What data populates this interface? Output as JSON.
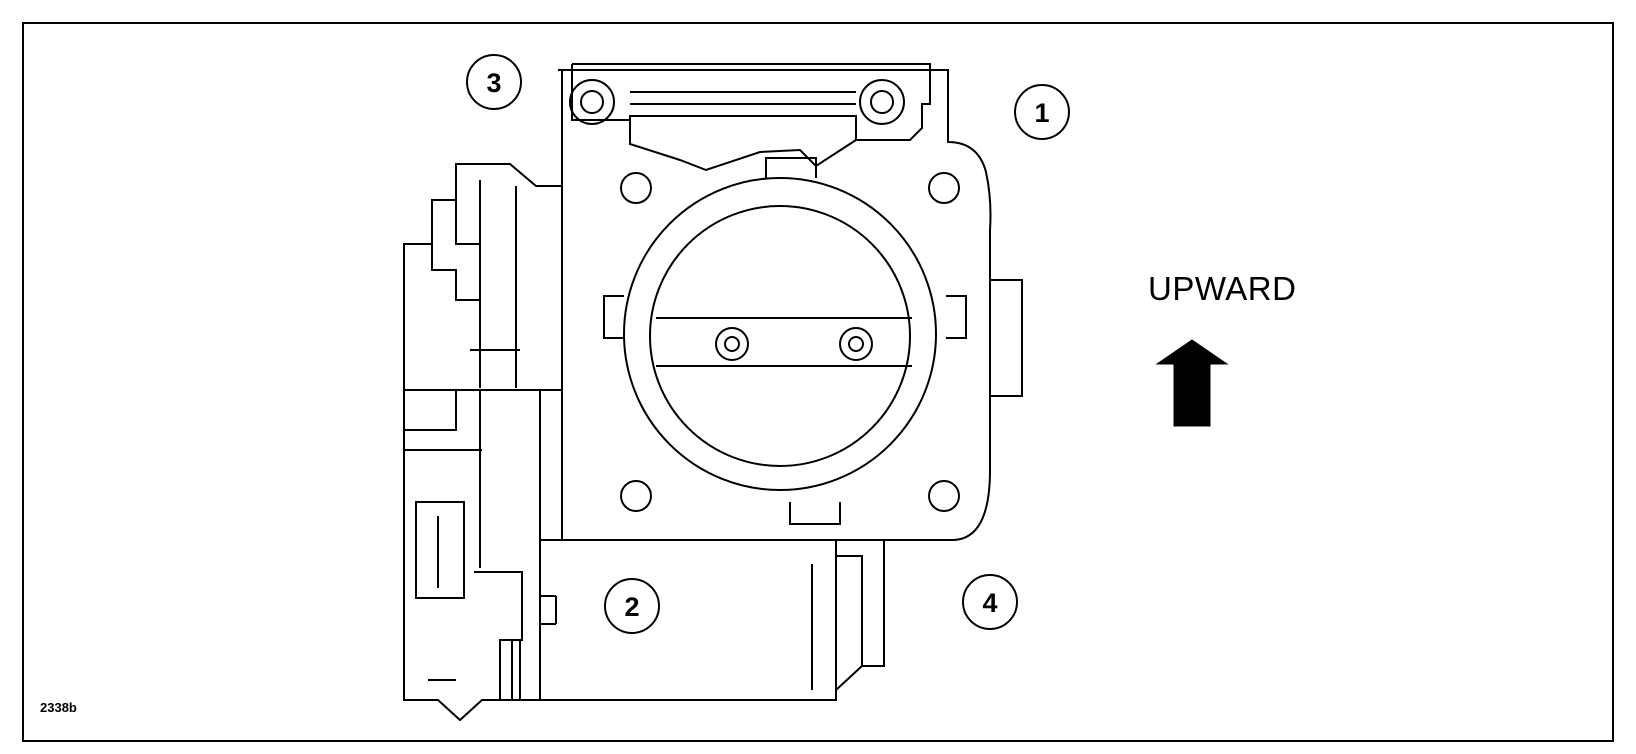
{
  "figure_ref": "2338b",
  "direction_label": "UPWARD",
  "callouts": [
    {
      "id": "1",
      "label": "1"
    },
    {
      "id": "2",
      "label": "2"
    },
    {
      "id": "3",
      "label": "3"
    },
    {
      "id": "4",
      "label": "4"
    }
  ],
  "colors": {
    "line": "#000000",
    "background": "#ffffff",
    "arrow": "#000000"
  }
}
